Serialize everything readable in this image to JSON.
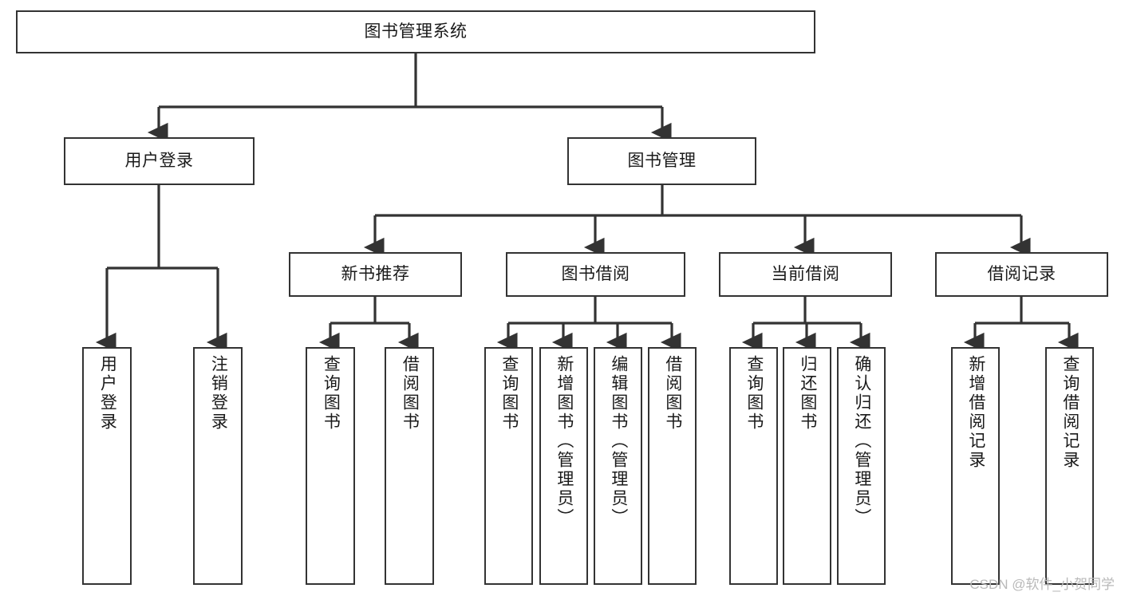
{
  "diagram": {
    "type": "tree-flowchart",
    "title": "图书管理系统",
    "watermark": "CSDN @软件_小贺同学",
    "colors": {
      "box_border": "#333333",
      "box_fill": "#ffffff",
      "connector": "#333333",
      "text": "#1a1a1a",
      "watermark": "#b9b9b9",
      "background": "#ffffff"
    },
    "nodes": {
      "root": {
        "label": "图书管理系统",
        "level": 0
      },
      "level1": [
        {
          "id": "user-login",
          "label": "用户登录"
        },
        {
          "id": "book-manage",
          "label": "图书管理"
        }
      ],
      "level2": [
        {
          "id": "new-book-recommend",
          "label": "新书推荐",
          "parent": "book-manage"
        },
        {
          "id": "book-borrow",
          "label": "图书借阅",
          "parent": "book-manage"
        },
        {
          "id": "current-borrow",
          "label": "当前借阅",
          "parent": "book-manage"
        },
        {
          "id": "borrow-record",
          "label": "借阅记录",
          "parent": "book-manage"
        }
      ],
      "leaves": {
        "user-login": [
          {
            "id": "leaf-user-login",
            "label": "用户登录"
          },
          {
            "id": "leaf-logout-login",
            "label": "注销登录"
          }
        ],
        "new-book-recommend": [
          {
            "id": "leaf-query-book-1",
            "label": "查询图书"
          },
          {
            "id": "leaf-borrow-book-1",
            "label": "借阅图书"
          }
        ],
        "book-borrow": [
          {
            "id": "leaf-query-book-2",
            "label": "查询图书"
          },
          {
            "id": "leaf-add-book",
            "label": "新增图书（管理员）"
          },
          {
            "id": "leaf-edit-book",
            "label": "编辑图书（管理员）"
          },
          {
            "id": "leaf-borrow-book-2",
            "label": "借阅图书"
          }
        ],
        "current-borrow": [
          {
            "id": "leaf-query-book-3",
            "label": "查询图书"
          },
          {
            "id": "leaf-return-book",
            "label": "归还图书"
          },
          {
            "id": "leaf-confirm-return",
            "label": "确认归还（管理员）"
          }
        ],
        "borrow-record": [
          {
            "id": "leaf-add-record",
            "label": "新增借阅记录"
          },
          {
            "id": "leaf-query-record",
            "label": "查询借阅记录"
          }
        ]
      }
    }
  }
}
